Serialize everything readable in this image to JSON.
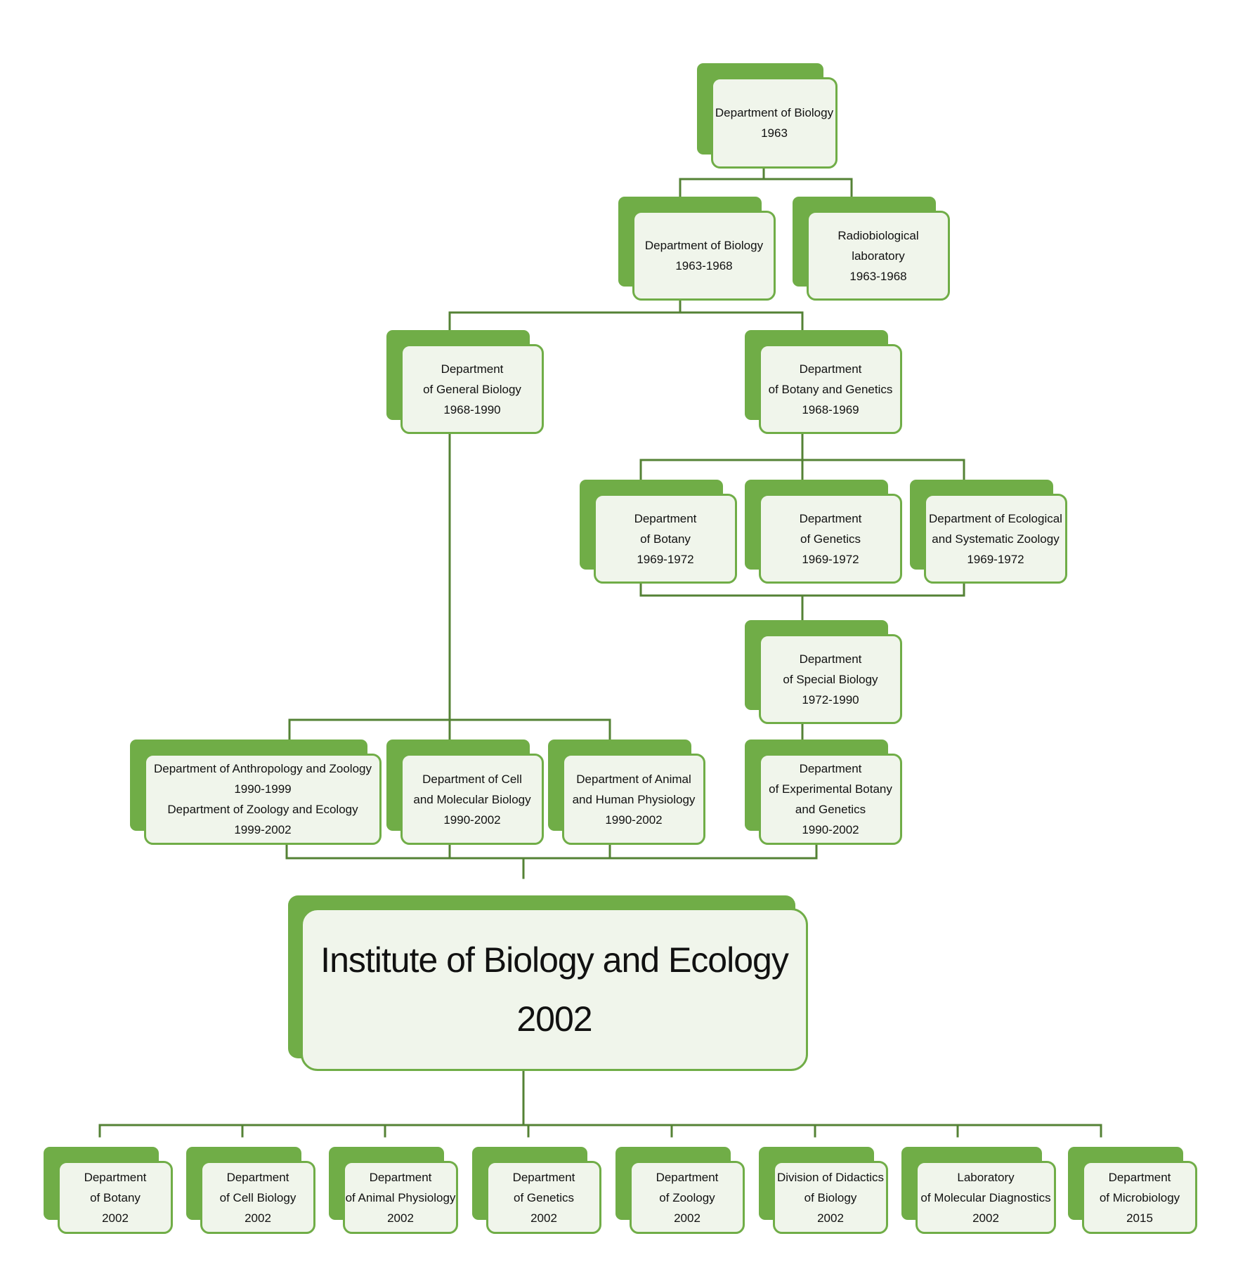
{
  "nodes": {
    "dept_biology_1963": {
      "lines": [
        "Department of Biology",
        "1963"
      ]
    },
    "dept_biology_1963_1968": {
      "lines": [
        "Department of Biology",
        "1963-1968"
      ]
    },
    "radiobiological_lab": {
      "lines": [
        "Radiobiological",
        "laboratory",
        "1963-1968"
      ]
    },
    "dept_general_biology": {
      "lines": [
        "Department",
        "of General Biology",
        "1968-1990"
      ]
    },
    "dept_botany_genetics": {
      "lines": [
        "Department",
        "of Botany and Genetics",
        "1968-1969"
      ]
    },
    "dept_botany_1969": {
      "lines": [
        "Department",
        "of Botany",
        "1969-1972"
      ]
    },
    "dept_genetics_1969": {
      "lines": [
        "Department",
        "of Genetics",
        "1969-1972"
      ]
    },
    "dept_ecological_zoology": {
      "lines": [
        "Department of Ecological",
        "and Systematic Zoology",
        "1969-1972"
      ]
    },
    "dept_special_biology": {
      "lines": [
        "Department",
        "of Special Biology",
        "1972-1990"
      ]
    },
    "dept_anthropology_zoology": {
      "lines": [
        "Department of Anthropology and Zoology",
        "1990-1999",
        "Department of Zoology and Ecology",
        "1999-2002"
      ]
    },
    "dept_cell_molecular": {
      "lines": [
        "Department of Cell",
        "and Molecular Biology",
        "1990-2002"
      ]
    },
    "dept_animal_human_physiology": {
      "lines": [
        "Department of Animal",
        "and Human Physiology",
        "1990-2002"
      ]
    },
    "dept_experimental_botany": {
      "lines": [
        "Department",
        "of Experimental Botany",
        "and Genetics",
        "1990-2002"
      ]
    },
    "institute": {
      "lines": [
        "Institute of Biology and Ecology",
        "2002"
      ]
    },
    "b_botany": {
      "lines": [
        "Department",
        "of Botany",
        "2002"
      ]
    },
    "b_cell_biology": {
      "lines": [
        "Department",
        "of Cell Biology",
        "2002"
      ]
    },
    "b_animal_physiology": {
      "lines": [
        "Department",
        "of Animal Physiology",
        "2002"
      ]
    },
    "b_genetics": {
      "lines": [
        "Department",
        "of Genetics",
        "2002"
      ]
    },
    "b_zoology": {
      "lines": [
        "Department",
        "of Zoology",
        "2002"
      ]
    },
    "b_didactics": {
      "lines": [
        "Division of Didactics",
        "of Biology",
        "2002"
      ]
    },
    "b_molecular_diagnostics": {
      "lines": [
        "Laboratory",
        "of Molecular Diagnostics",
        "2002"
      ]
    },
    "b_microbiology": {
      "lines": [
        "Department",
        "of Microbiology",
        "2015"
      ]
    }
  },
  "colors": {
    "accent": "#70ad47",
    "box_fill": "#f0f5eb",
    "line": "#548235"
  }
}
